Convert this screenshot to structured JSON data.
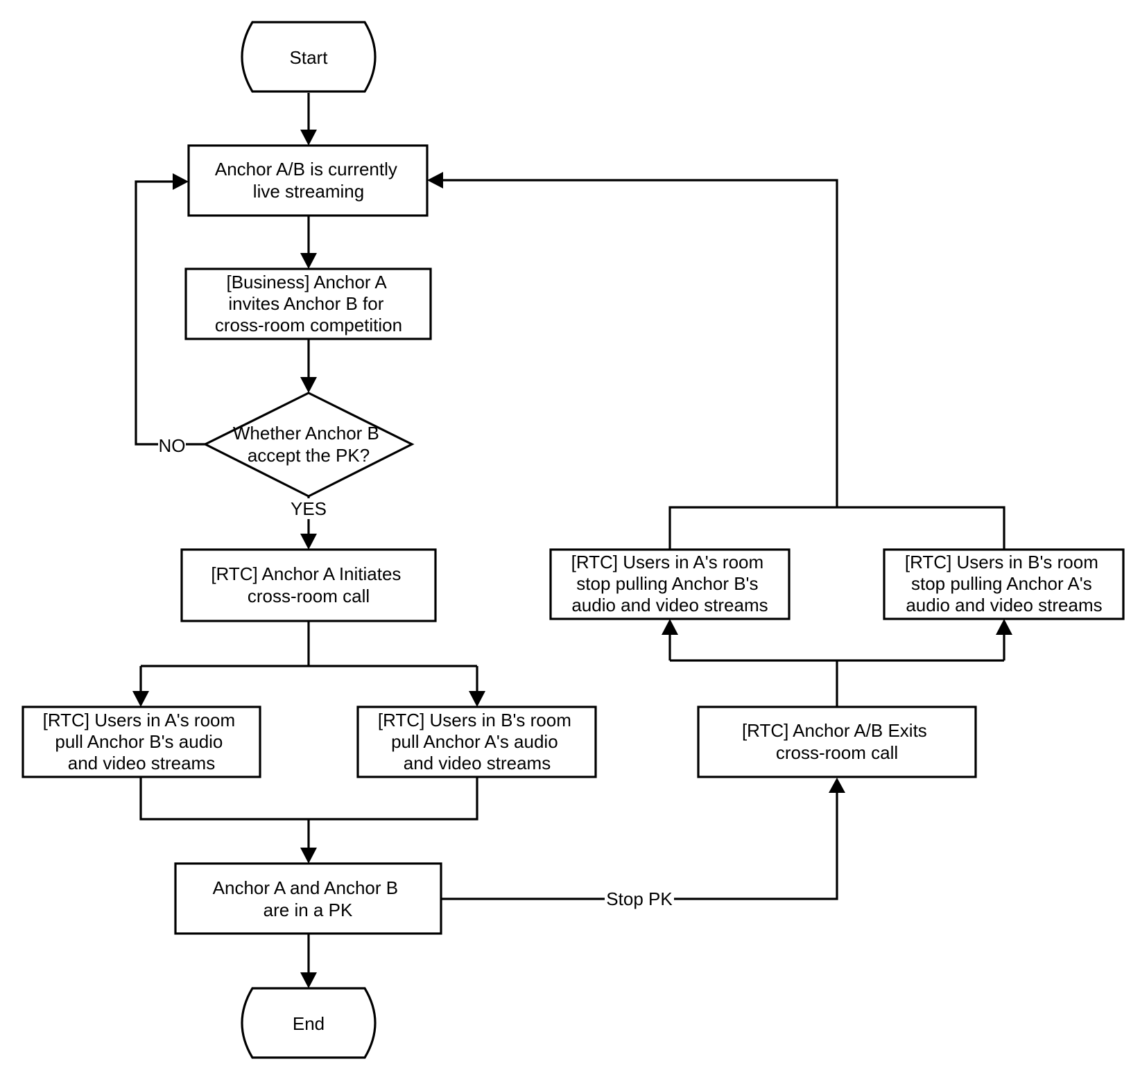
{
  "nodes": {
    "start": {
      "lines": [
        "Start"
      ]
    },
    "live": {
      "lines": [
        "Anchor A/B is currently",
        "live streaming"
      ]
    },
    "invite": {
      "lines": [
        "[Business] Anchor A",
        "invites Anchor B for",
        "cross-room competition"
      ]
    },
    "decision": {
      "lines": [
        "Whether Anchor B",
        "accept the PK?"
      ]
    },
    "initiate": {
      "lines": [
        "[RTC] Anchor A Initiates",
        "cross-room call"
      ]
    },
    "pull_a": {
      "lines": [
        "[RTC] Users in A's room",
        "pull Anchor B's audio",
        "and video streams"
      ]
    },
    "pull_b": {
      "lines": [
        "[RTC] Users in B's room",
        "pull Anchor A's audio",
        "and video streams"
      ]
    },
    "in_pk": {
      "lines": [
        "Anchor A and Anchor B",
        "are in a PK"
      ]
    },
    "end": {
      "lines": [
        "End"
      ]
    },
    "exit": {
      "lines": [
        "[RTC] Anchor A/B Exits",
        "cross-room call"
      ]
    },
    "stop_a": {
      "lines": [
        "[RTC] Users in A's room",
        "stop pulling Anchor B's",
        "audio and video streams"
      ]
    },
    "stop_b": {
      "lines": [
        "[RTC] Users in B's room",
        "stop pulling Anchor A's",
        "audio and video streams"
      ]
    }
  },
  "edge_labels": {
    "no": "NO",
    "yes": "YES",
    "stop_pk": "Stop PK"
  }
}
